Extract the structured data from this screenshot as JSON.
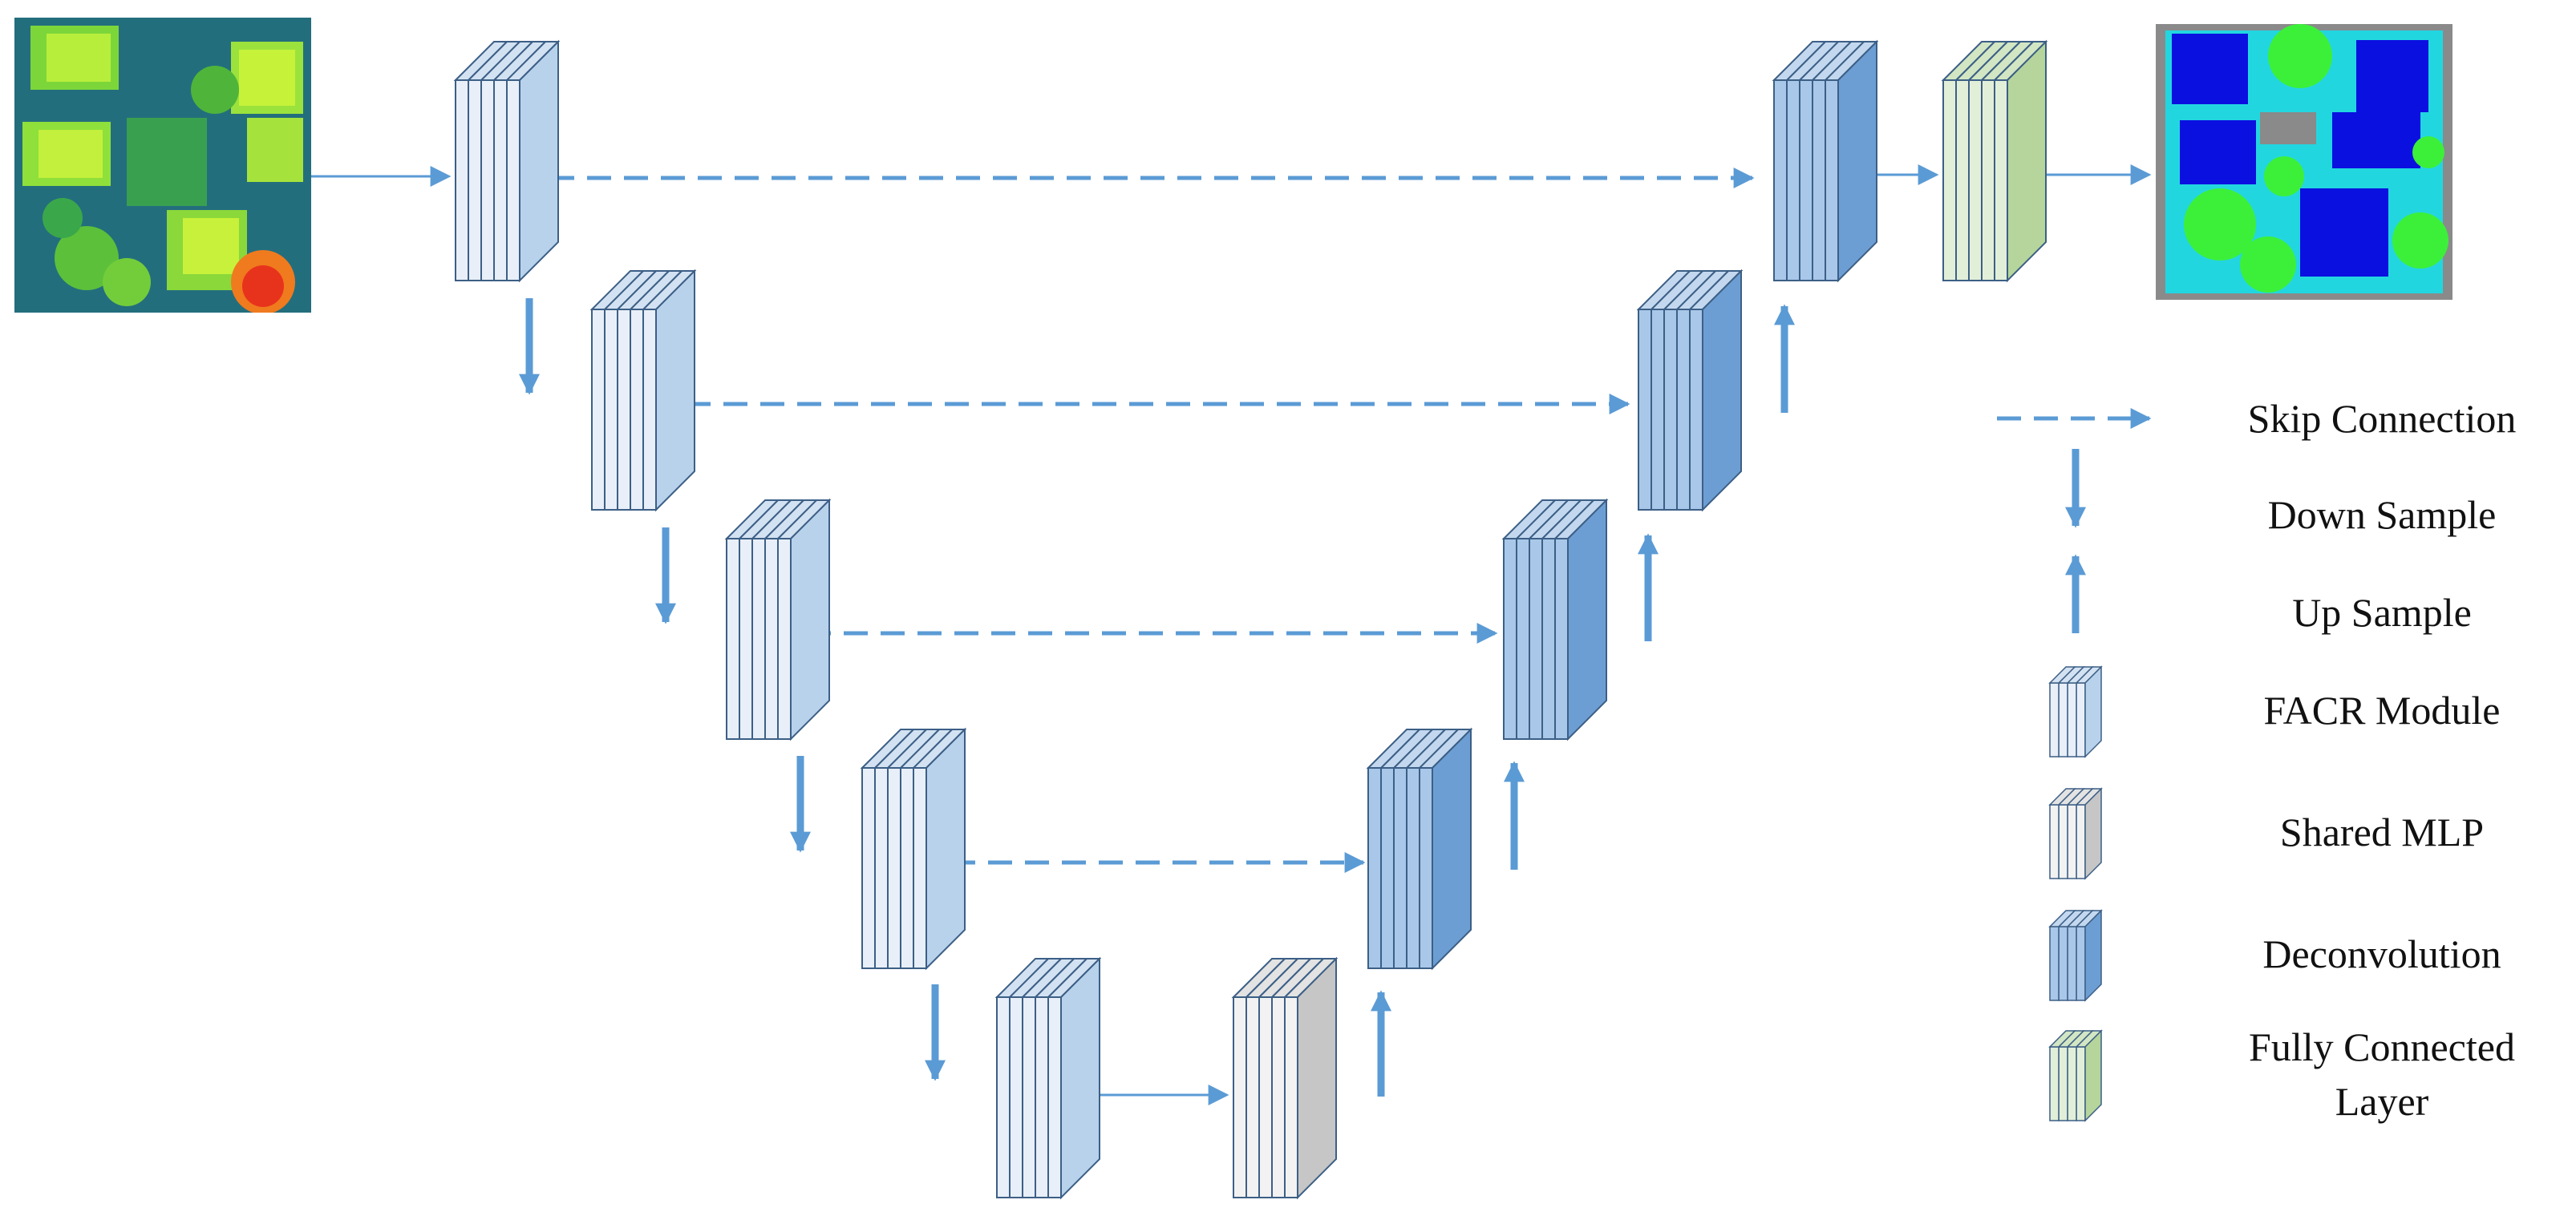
{
  "colors": {
    "arrow": "#5b9bd5",
    "facr_front": "#e8eff8",
    "facr_side": "#b9d2ec",
    "facr_top": "#d3e2f2",
    "mlp_front": "#f2f2f2",
    "mlp_side": "#c6c6c6",
    "mlp_top": "#e3e3e3",
    "deconv_front": "#a9c7e8",
    "deconv_side": "#6d9ed3",
    "deconv_top": "#c3d8ef",
    "fc_front": "#e2efd8",
    "fc_side": "#b5d59c",
    "fc_top": "#d2e6c3",
    "edge": "#3c5f86"
  },
  "legend": {
    "skip_connection": "Skip Connection",
    "down_sample": "Down Sample",
    "up_sample": "Up Sample",
    "facr_module": "FACR Module",
    "shared_mlp": "Shared MLP",
    "deconvolution": "Deconvolution",
    "fully_connected_line1": "Fully Connected",
    "fully_connected_line2": "Layer"
  },
  "images": {
    "input": "input-point-cloud-image",
    "output": "output-segmentation-image"
  }
}
